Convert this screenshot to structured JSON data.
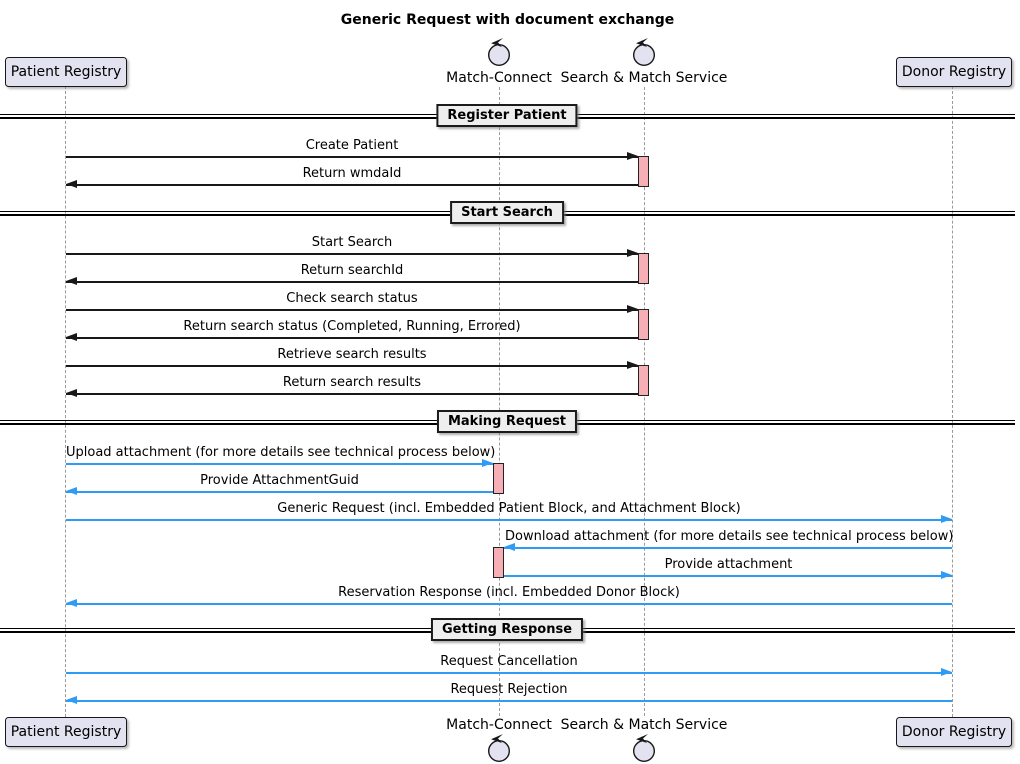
{
  "title": "Generic Request with document exchange",
  "colors": {
    "participant_fill": "#E2E2F0",
    "participant_border": "#181818",
    "activation_fill": "#F6B0B5",
    "divider_fill": "#EEEEEE",
    "arrow_black": "#181818",
    "arrow_blue": "#2E9BF5",
    "lifeline": "#9A9A9A"
  },
  "participants": [
    {
      "id": "patient-registry",
      "label": "Patient Registry",
      "kind": "box"
    },
    {
      "id": "match-connect",
      "label": "Match-Connect",
      "kind": "control"
    },
    {
      "id": "search-match-service",
      "label": "Search & Match Service",
      "kind": "control"
    },
    {
      "id": "donor-registry",
      "label": "Donor Registry",
      "kind": "box"
    }
  ],
  "sections": [
    {
      "label": "Register Patient"
    },
    {
      "label": "Start Search"
    },
    {
      "label": "Making Request"
    },
    {
      "label": "Getting Response"
    }
  ],
  "messages": [
    {
      "label": "Create Patient",
      "from": "patient-registry",
      "to": "search-match-service",
      "color": "black"
    },
    {
      "label": "Return wmdaId",
      "from": "search-match-service",
      "to": "patient-registry",
      "color": "black"
    },
    {
      "label": "Start Search",
      "from": "patient-registry",
      "to": "search-match-service",
      "color": "black"
    },
    {
      "label": "Return searchId",
      "from": "search-match-service",
      "to": "patient-registry",
      "color": "black"
    },
    {
      "label": "Check search status",
      "from": "patient-registry",
      "to": "search-match-service",
      "color": "black"
    },
    {
      "label": "Return search status (Completed, Running, Errored)",
      "from": "search-match-service",
      "to": "patient-registry",
      "color": "black"
    },
    {
      "label": "Retrieve search results",
      "from": "patient-registry",
      "to": "search-match-service",
      "color": "black"
    },
    {
      "label": "Return search results",
      "from": "search-match-service",
      "to": "patient-registry",
      "color": "black"
    },
    {
      "label": "Upload attachment (for more details see technical process below)",
      "from": "patient-registry",
      "to": "match-connect",
      "color": "blue"
    },
    {
      "label": "Provide AttachmentGuid",
      "from": "match-connect",
      "to": "patient-registry",
      "color": "blue"
    },
    {
      "label": "Generic Request (incl. Embedded Patient Block, and Attachment Block)",
      "from": "patient-registry",
      "to": "donor-registry",
      "color": "blue"
    },
    {
      "label": "Download attachment (for more details see technical process below)",
      "from": "donor-registry",
      "to": "match-connect",
      "color": "blue"
    },
    {
      "label": "Provide attachment",
      "from": "match-connect",
      "to": "donor-registry",
      "color": "blue"
    },
    {
      "label": "Reservation Response (incl. Embedded Donor Block)",
      "from": "donor-registry",
      "to": "patient-registry",
      "color": "blue"
    },
    {
      "label": "Request Cancellation",
      "from": "patient-registry",
      "to": "donor-registry",
      "color": "blue"
    },
    {
      "label": "Request Rejection",
      "from": "donor-registry",
      "to": "patient-registry",
      "color": "blue"
    }
  ]
}
